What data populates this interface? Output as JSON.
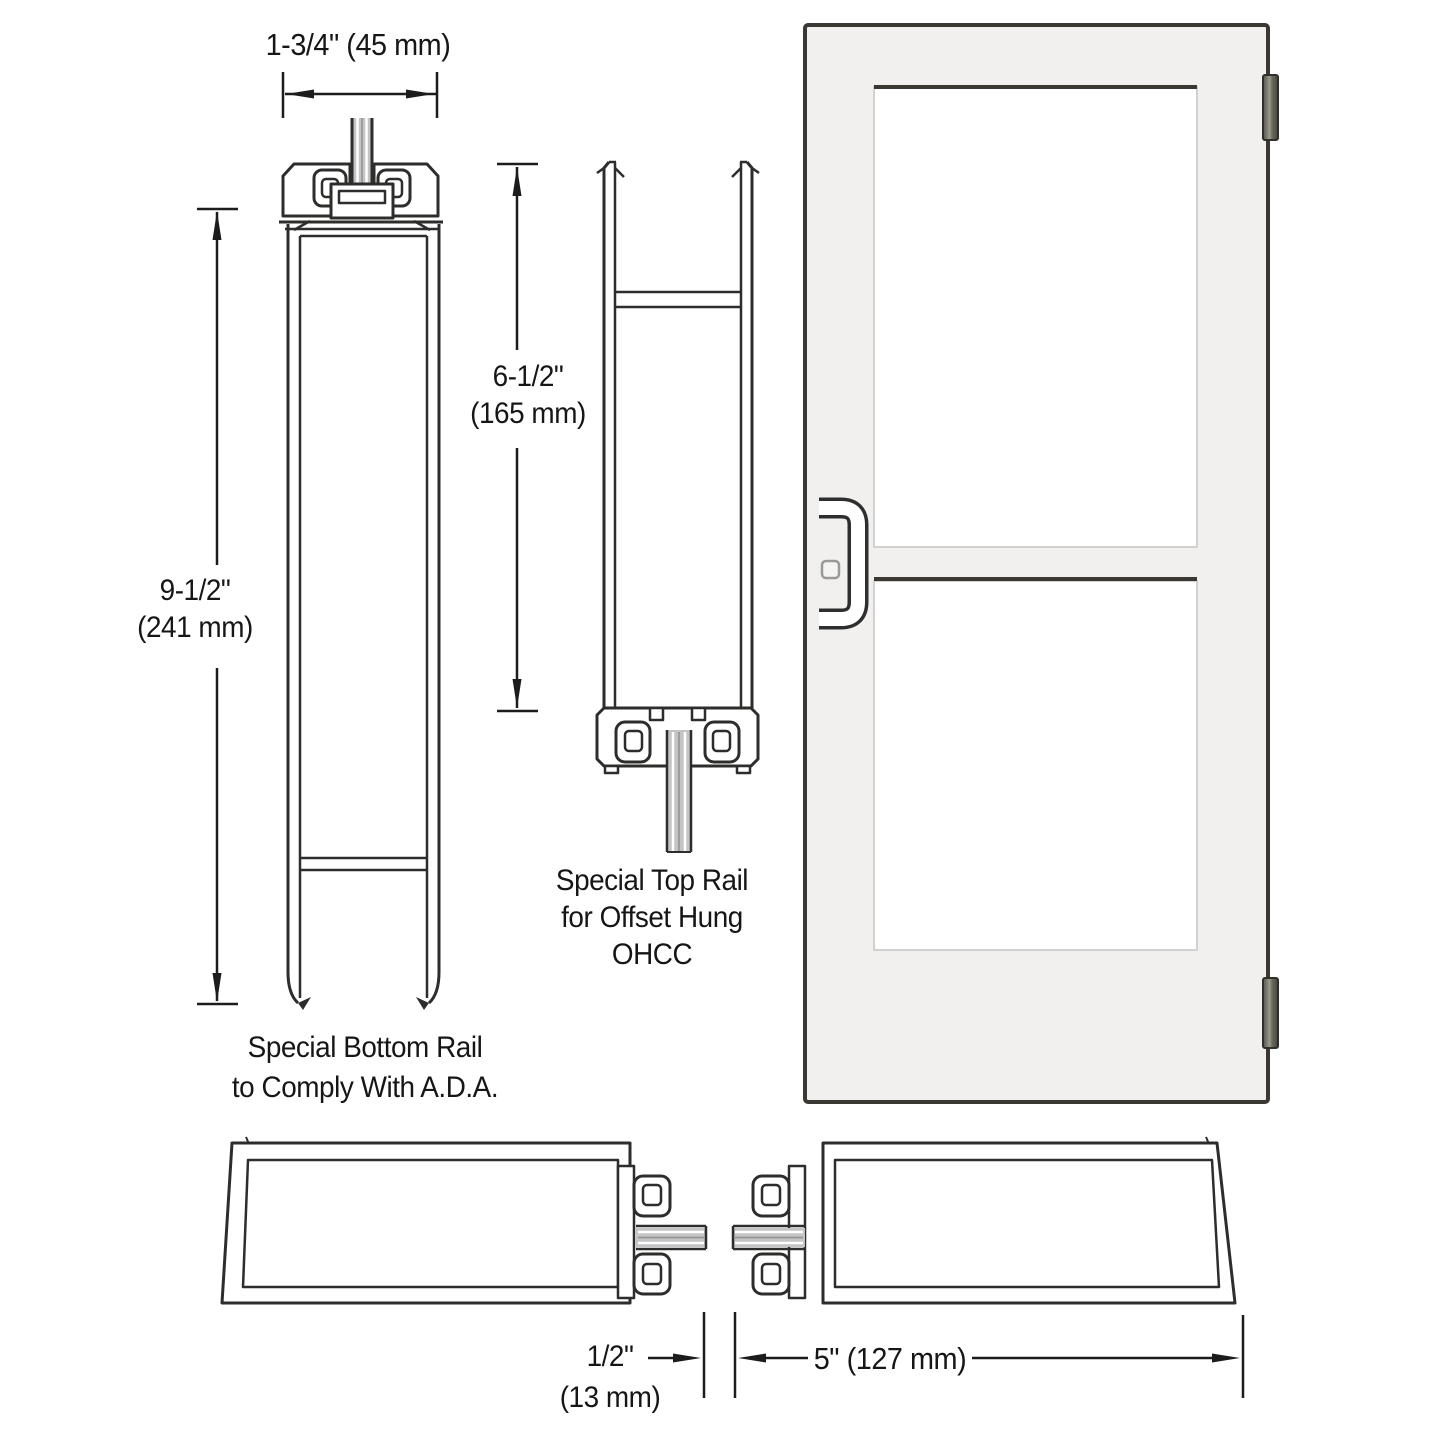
{
  "dimensions": {
    "rail_width": {
      "label": "1-3/4\" (45 mm)"
    },
    "bottom_rail_height": {
      "line1": "9-1/2\"",
      "line2": "(241 mm)"
    },
    "top_rail_height": {
      "line1": "6-1/2\"",
      "line2": "(165 mm)"
    },
    "door_gap": {
      "line1": "1/2\"",
      "line2": "(13 mm)"
    },
    "stile_width": {
      "label": "5\" (127 mm)"
    }
  },
  "labels": {
    "bottom_rail": {
      "line1": "Special Bottom Rail",
      "line2": "to Comply With A.D.A."
    },
    "top_rail": {
      "line1": "Special Top Rail",
      "line2": "for Offset Hung",
      "line3": "OHCC"
    }
  },
  "colors": {
    "line": "#2d2d2b",
    "dimension": "#1c1c1c",
    "door_face": "#f1f0ee",
    "door_outline": "#3b3833",
    "glass": "#ffffff",
    "glass_section_fill": "#c4c4c4",
    "hinge_dark": "#55544a",
    "hinge_light": "#9b9a8c",
    "background": "#ffffff"
  }
}
